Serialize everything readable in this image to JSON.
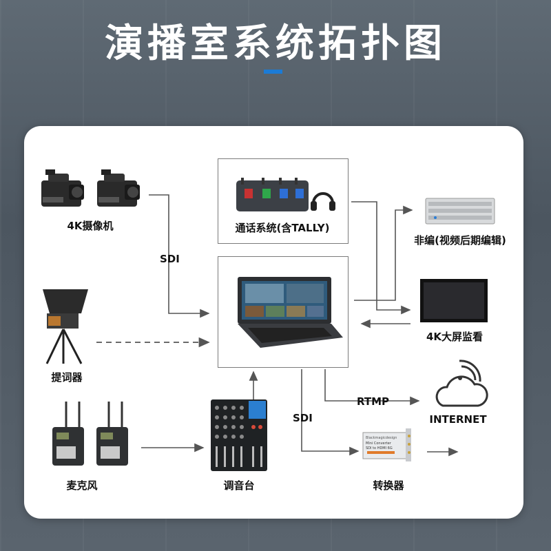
{
  "title": "演播室系统拓扑图",
  "nodes": {
    "camera": "4K摄像机",
    "intercom": "通话系统(含TALLY)",
    "nle": "非编(视频后期编辑)",
    "teleprompter": "提词器",
    "monitor": "4K大屏监看",
    "internet": "INTERNET",
    "microphone": "麦克风",
    "mixer": "调音台",
    "converter": "转换器"
  },
  "links": {
    "sdi_camera": "SDI",
    "sdi_out": "SDI",
    "rtmp": "RTMP"
  },
  "device_text": {
    "converter_brand": "Blackmagicdesign",
    "converter_name": "Mini Converter",
    "converter_model": "SDI to HDMI 6G"
  },
  "colors": {
    "accent": "#1b7bd6",
    "line": "#555555",
    "panel": "#ffffff"
  }
}
